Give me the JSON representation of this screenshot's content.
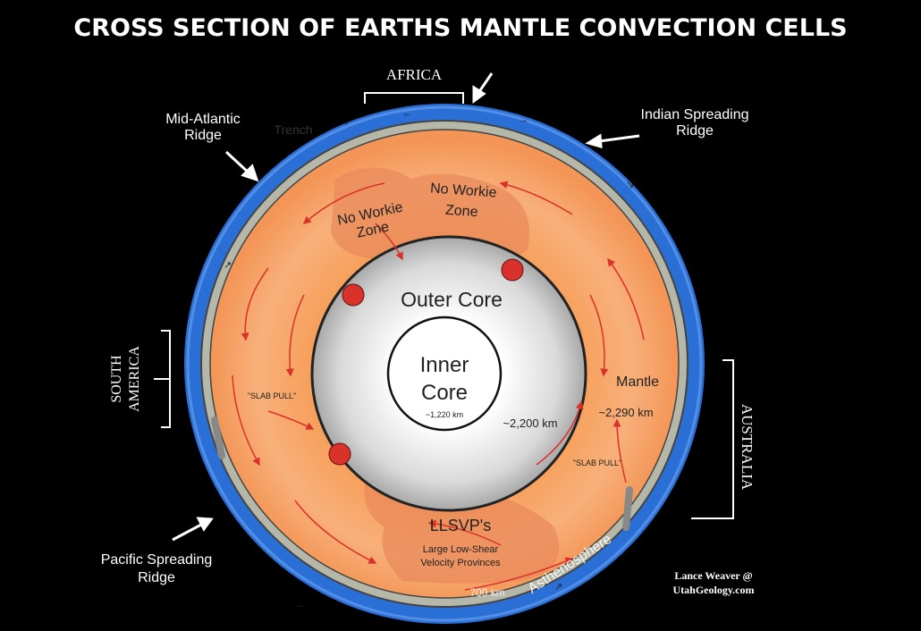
{
  "title": "CROSS SECTION OF EARTHS MANTLE CONVECTION CELLS",
  "continents": {
    "africa": "AFRICA",
    "south_america_1": "SOUTH",
    "south_america_2": "AMERICA",
    "australia": "AUSTRALIA"
  },
  "ridges": {
    "mid_atlantic_1": "Mid-Atlantic",
    "mid_atlantic_2": "Ridge",
    "indian_1": "Indian Spreading",
    "indian_2": "Ridge",
    "pacific_1": "Pacific Spreading",
    "pacific_2": "Ridge"
  },
  "trench": "Trench",
  "zones": {
    "nwz1_a": "No Workie",
    "nwz1_b": "Zone",
    "nwz2_a": "No Workie",
    "nwz2_b": "Zone"
  },
  "layers": {
    "outer_core": "Outer Core",
    "inner_core_1": "Inner",
    "inner_core_2": "Core",
    "inner_radius": "~1,220 km",
    "outer_radius": "~2,200 km",
    "mantle": "Mantle",
    "mantle_thickness": "~2,290 km",
    "slab_pull_left": "\"SLAB PULL\"",
    "slab_pull_right": "\"SLAB PULL\"",
    "llsvp": "LLSVP's",
    "llsvp_desc_1": "Large Low-Shear",
    "llsvp_desc_2": "Velocity Provinces",
    "depth_700": "700 km",
    "asthenosphere": "Asthenosphere"
  },
  "credit": {
    "line1": "Lance Weaver @",
    "line2": "UtahGeology.com"
  },
  "colors": {
    "ocean": "#2a6fd6",
    "crust": "#b5b7a8",
    "mantle": "#f4a061",
    "core": "#e6e6e6",
    "arrow": "#d9322a"
  }
}
